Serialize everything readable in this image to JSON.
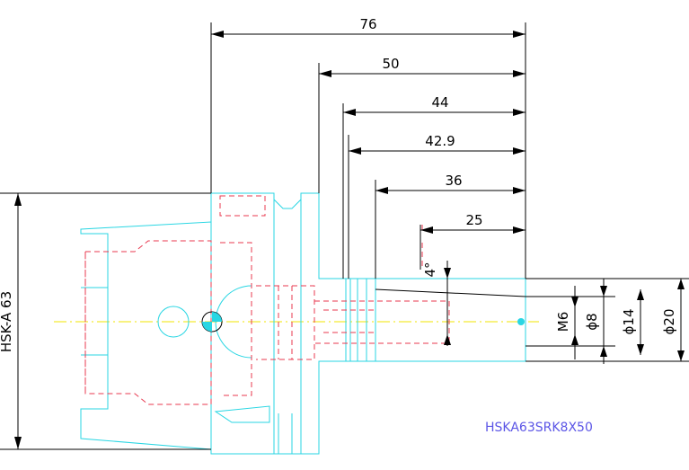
{
  "colors": {
    "outline": "#29d6e3",
    "hidden_lines": "#e8384f",
    "centerline": "#f2e600",
    "dimensions": "#000000",
    "label": "#5b55e6"
  },
  "dimensions": {
    "horizontal": [
      "76",
      "50",
      "44",
      "42.9",
      "36",
      "25"
    ],
    "angle": "4°",
    "vertical_left": "HSK-A 63",
    "vertical_right": [
      "M6",
      "ϕ8",
      "ϕ14",
      "ϕ20"
    ]
  },
  "part_label": "HSKA63SRK8X50"
}
